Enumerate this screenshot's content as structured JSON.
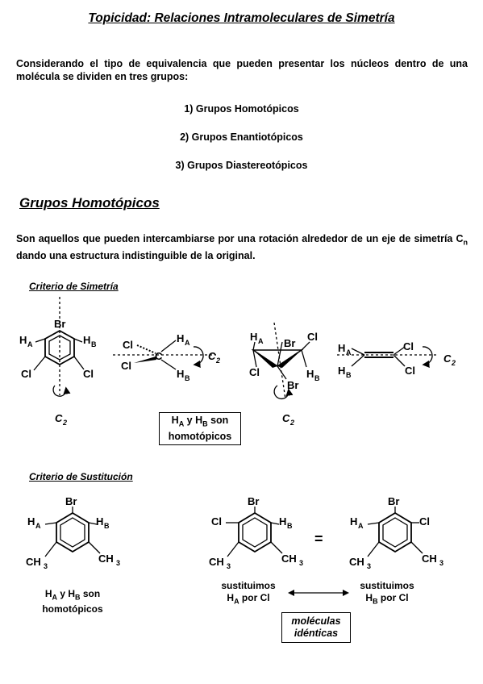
{
  "title": "Topicidad: Relaciones Intramoleculares de Simetría",
  "intro": "Considerando el tipo de equivalencia que pueden presentar los núcleos dentro de una molécula se dividen en tres grupos:",
  "groups": [
    "1) Grupos Homotópicos",
    "2) Grupos Enantiotópicos",
    "3) Grupos Diastereotópicos"
  ],
  "section_title": "Grupos  Homotópicos",
  "definition_pre": "Son aquellos que pueden intercambiarse por una rotación alrededor de un eje de simetría C",
  "definition_sub": "n",
  "definition_post": " dando una estructura indistinguible de la original.",
  "criterio_simetria": "Criterio de Simetría",
  "criterio_sustitucion": "Criterio de Sustitución",
  "box_line1_a": "H",
  "box_line1_sub_a": "A",
  "box_line1_mid": " y H",
  "box_line1_sub_b": "B",
  "box_line1_end": " son",
  "box_line2": "homotópicos",
  "atoms": {
    "br": "Br",
    "cl": "Cl",
    "h": "H",
    "ch": "CH",
    "sub3": "3",
    "c": "C",
    "subA": "A",
    "subB": "B",
    "c2_c": "C",
    "c2_sub": "2"
  },
  "left_caption_a": "H",
  "left_caption_sub_a": "A",
  "left_caption_mid": " y H",
  "left_caption_sub_b": "B",
  "left_caption_end": " son",
  "left_caption_line2": "homotópicos",
  "sust_left_line1": "sustituimos",
  "sust_left_line2_h": "H",
  "sust_left_line2_sub": "A",
  "sust_left_line2_end": " por Cl",
  "sust_right_line1": "sustituimos",
  "sust_right_line2_h": "H",
  "sust_right_line2_sub": "B",
  "sust_right_line2_end": " por Cl",
  "equals": "=",
  "identicas_line1": "moléculas",
  "identicas_line2": "idénticas"
}
